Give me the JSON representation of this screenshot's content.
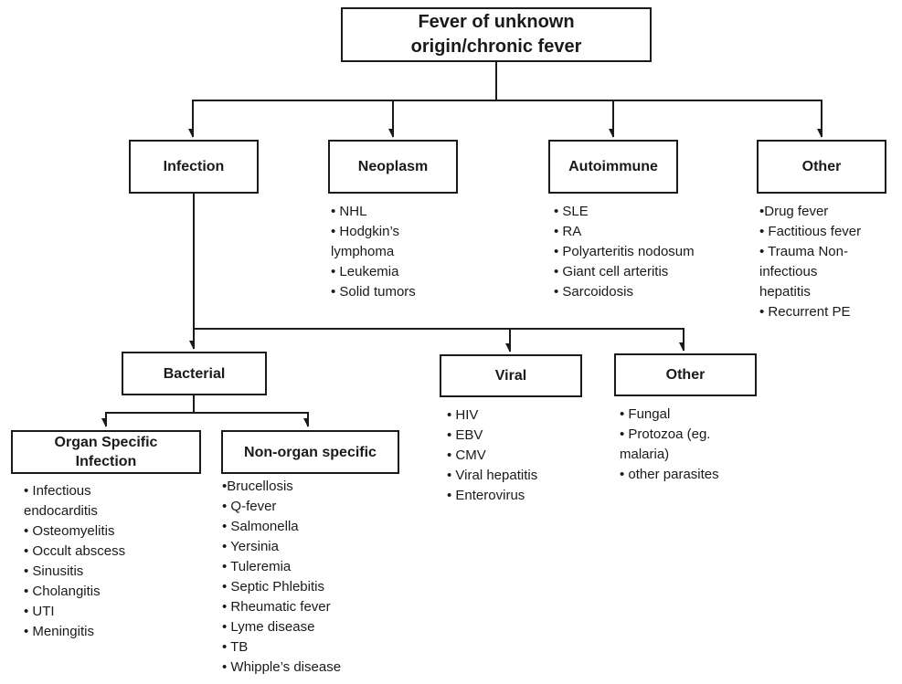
{
  "root": {
    "label_lines": [
      "Fever of unknown",
      "origin/chronic fever"
    ]
  },
  "level1": {
    "infection": {
      "label": "Infection"
    },
    "neoplasm": {
      "label": "Neoplasm",
      "items": [
        "• NHL",
        "• Hodgkin’s",
        "lymphoma",
        "• Leukemia",
        "• Solid tumors"
      ]
    },
    "autoimmune": {
      "label": "Autoimmune",
      "items": [
        "• SLE",
        "• RA",
        "• Polyarteritis nodosum",
        "• Giant cell arteritis",
        "• Sarcoidosis"
      ]
    },
    "other": {
      "label": "Other",
      "items": [
        "•Drug fever",
        "• Factitious fever",
        "• Trauma Non-",
        "infectious",
        "hepatitis",
        "• Recurrent PE"
      ]
    }
  },
  "level2": {
    "bacterial": {
      "label": "Bacterial"
    },
    "viral": {
      "label": "Viral",
      "items": [
        "• HIV",
        "• EBV",
        "• CMV",
        "• Viral hepatitis",
        "• Enterovirus"
      ]
    },
    "other": {
      "label": "Other",
      "items": [
        "• Fungal",
        "• Protozoa (eg.",
        "malaria)",
        "• other parasites"
      ]
    }
  },
  "level3": {
    "organ_specific": {
      "label_lines": [
        "Organ Specific",
        "Infection"
      ],
      "items": [
        "• Infectious",
        "endocarditis",
        "• Osteomyelitis",
        "• Occult abscess",
        "• Sinusitis",
        "• Cholangitis",
        "• UTI",
        "• Meningitis"
      ]
    },
    "non_organ": {
      "label": "Non-organ specific",
      "items": [
        "•Brucellosis",
        "• Q-fever",
        "• Salmonella",
        "• Yersinia",
        "• Tuleremia",
        "• Septic Phlebitis",
        "• Rheumatic fever",
        "• Lyme disease",
        "• TB",
        "• Whipple’s disease"
      ]
    }
  },
  "colors": {
    "line": "#1a1a1a",
    "text": "#1a1a1a",
    "background": "#ffffff"
  }
}
